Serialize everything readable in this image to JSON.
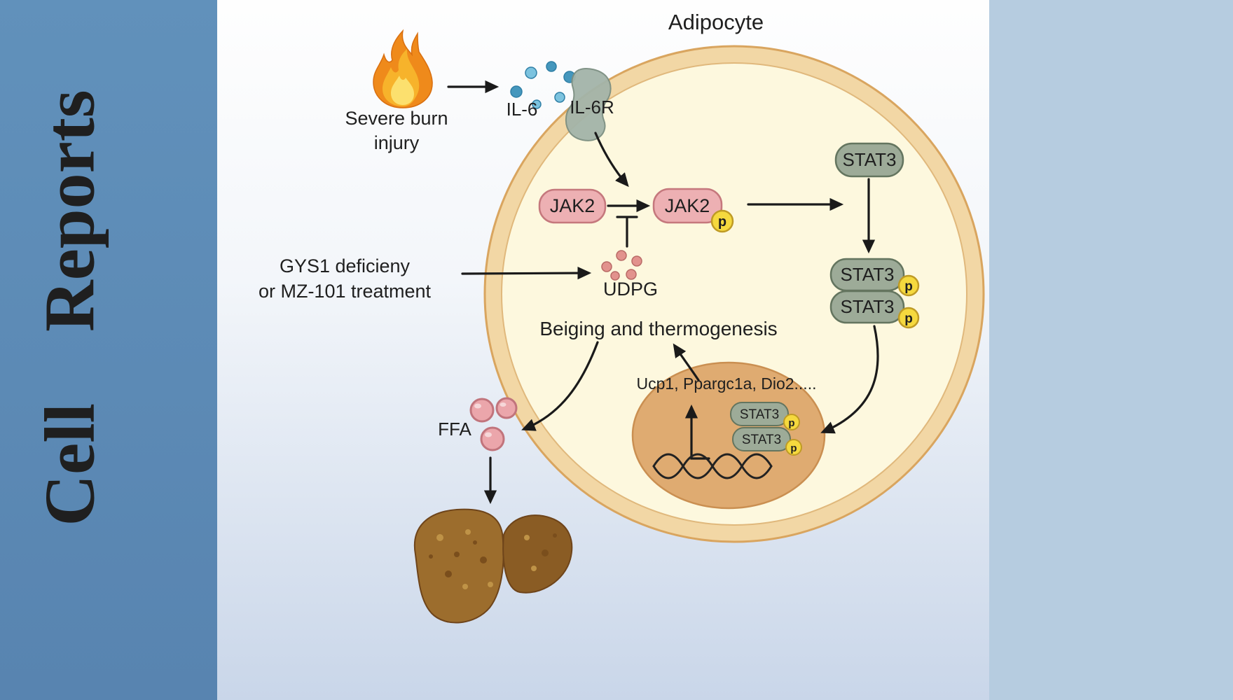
{
  "sidebar": {
    "journal": "Cell    Reports"
  },
  "figure": {
    "title": "Adipocyte",
    "labels": {
      "burn_line1": "Severe burn",
      "burn_line2": "injury",
      "il6": "IL-6",
      "il6r": "IL-6R",
      "jak2": "JAK2",
      "p": "p",
      "stat3": "STAT3",
      "gys1_line1": "GYS1 deficieny",
      "gys1_line2": "or MZ-101 treatment",
      "udpg": "UDPG",
      "beiging": "Beiging and thermogenesis",
      "genes": "Ucp1, Ppargc1a, Dio2.....",
      "ffa": "FFA"
    },
    "colors": {
      "sidebar_bg": "#5d8cb8",
      "right_bg": "#b7cce0",
      "cell_fill": "#fdf8de",
      "membrane_fill": "#f2d7a5",
      "nucleus_fill": "#dfab71",
      "receptor_fill": "#a3b4a9",
      "jak2_fill": "#edb0b3",
      "stat3_fill": "#9dab98",
      "phospho_fill": "#f5d93e",
      "il6_light": "#7cc3df",
      "il6_dark": "#4597bd",
      "udpg_dot": "#e2928d",
      "ffa_fill": "#eba6ab",
      "flame_outer": "#ef8a1b",
      "flame_mid": "#f7b32b",
      "flame_inner": "#fce06e",
      "liver_main": "#9c6d2d",
      "liver_right": "#8a5c24"
    }
  }
}
